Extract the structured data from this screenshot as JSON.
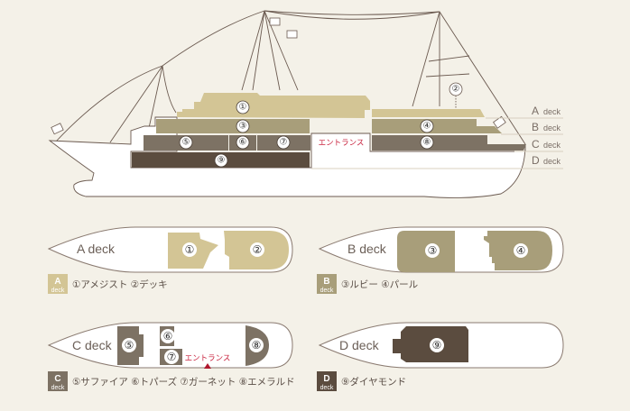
{
  "colors": {
    "background": "#f4f1e8",
    "deck_a": "#d3c595",
    "deck_b": "#a89e7a",
    "deck_c": "#7d7264",
    "deck_d": "#5b4c3f",
    "entrance": "#c8203c",
    "outline": "#6b5a50"
  },
  "side_view": {
    "rooms": [
      "①",
      "②",
      "③",
      "④",
      "⑤",
      "⑥",
      "⑦",
      "⑧",
      "⑨"
    ],
    "entrance": "エントランス",
    "deck_labels": [
      {
        "letter": "A",
        "word": "deck"
      },
      {
        "letter": "B",
        "word": "deck"
      },
      {
        "letter": "C",
        "word": "deck"
      },
      {
        "letter": "D",
        "word": "deck"
      }
    ]
  },
  "plans": {
    "a": {
      "title": "A deck",
      "rooms": [
        "①",
        "②"
      ],
      "badge_letter": "A",
      "badge_word": "deck",
      "legend": "①アメジスト ②デッキ"
    },
    "b": {
      "title": "B deck",
      "rooms": [
        "③",
        "④"
      ],
      "badge_letter": "B",
      "badge_word": "deck",
      "legend": "③ルビー ④パール"
    },
    "c": {
      "title": "C deck",
      "rooms": [
        "⑤",
        "⑥",
        "⑦",
        "⑧"
      ],
      "entrance": "エントランス",
      "badge_letter": "C",
      "badge_word": "deck",
      "legend": "⑤サファイア ⑥トパーズ ⑦ガーネット ⑧エメラルド"
    },
    "d": {
      "title": "D deck",
      "rooms": [
        "⑨"
      ],
      "badge_letter": "D",
      "badge_word": "deck",
      "legend": "⑨ダイヤモンド"
    }
  }
}
